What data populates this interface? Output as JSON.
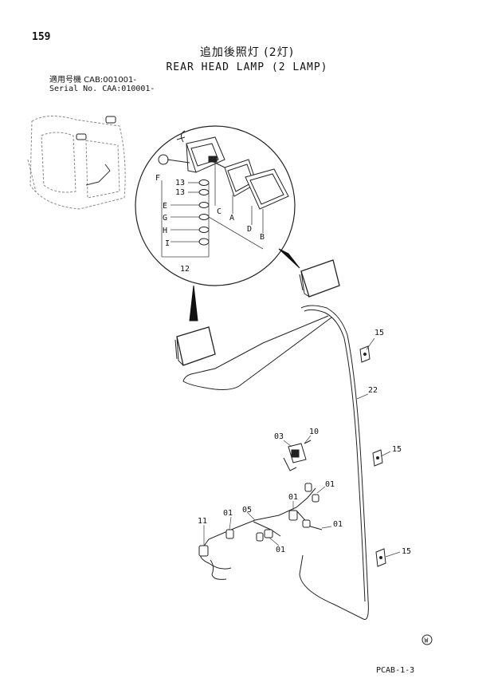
{
  "header": {
    "page_number": "159",
    "title_jp": "追加後照灯 (2灯)",
    "title_en": "REAR HEAD LAMP (2 LAMP)",
    "serial_jp": "適用号機  CAB:001001-",
    "serial_en": "Serial No. CAA:010001-"
  },
  "callouts": {
    "f": "F",
    "c13a": "13",
    "c13b": "13",
    "e": "E",
    "g": "G",
    "h": "H",
    "i": "I",
    "c": "C",
    "a": "A",
    "d": "D",
    "b": "B",
    "c12": "12",
    "c15a": "15",
    "c22": "22",
    "c10": "10",
    "c03": "03",
    "c15b": "15",
    "c01a": "01",
    "c01b": "01",
    "c05": "05",
    "c01c": "01",
    "c11": "11",
    "c01d": "01",
    "c01e": "01",
    "c15c": "15"
  },
  "footer": {
    "mark": "W",
    "page_code": "PCAB-1-3"
  }
}
